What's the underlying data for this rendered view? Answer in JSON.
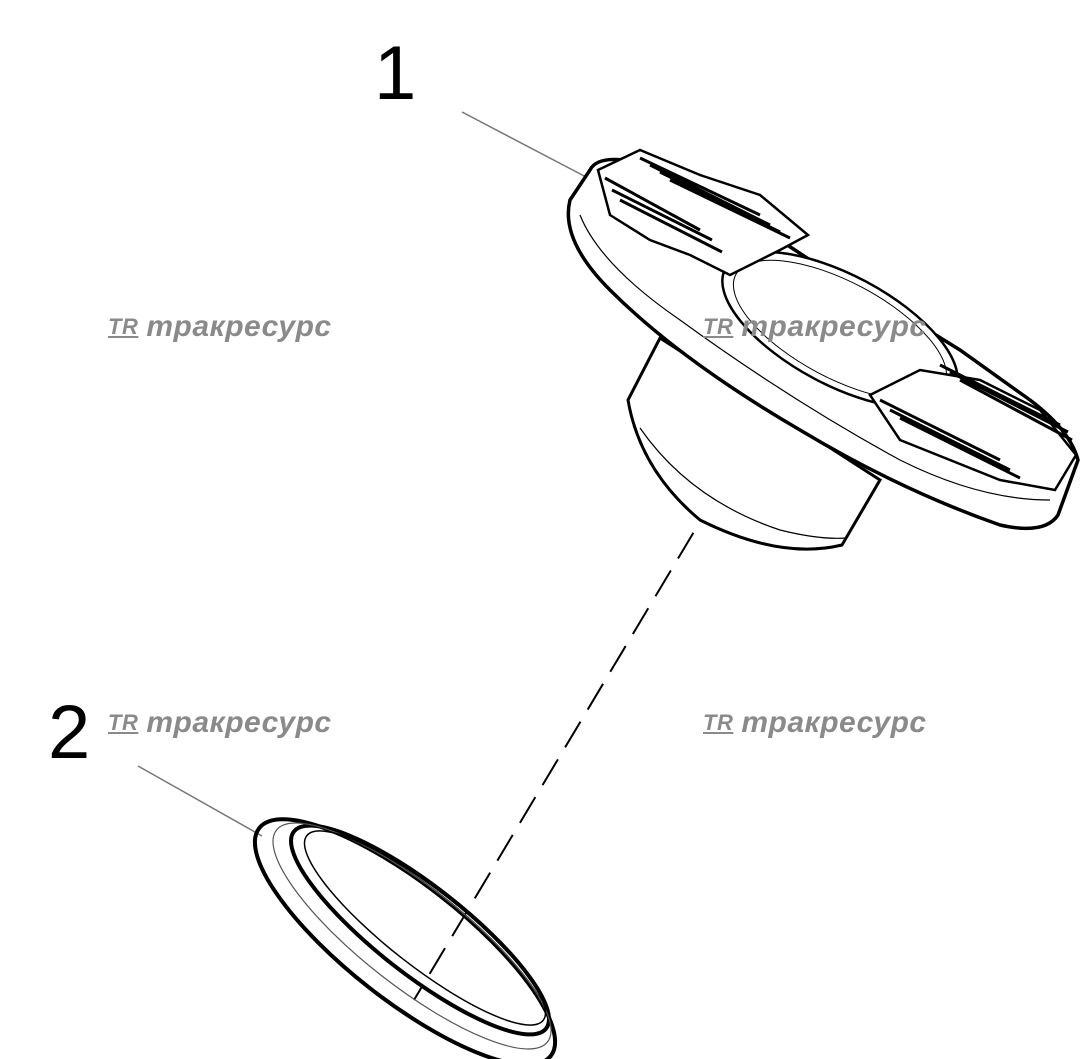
{
  "callouts": {
    "part_1": "1",
    "part_2": "2"
  },
  "watermark": {
    "logo_text": "TR",
    "text": "тракресурс",
    "color": "#8a8a8a"
  },
  "parts": [
    {
      "callout": "1",
      "name": "flanged toothed hub"
    },
    {
      "callout": "2",
      "name": "seal ring"
    }
  ]
}
